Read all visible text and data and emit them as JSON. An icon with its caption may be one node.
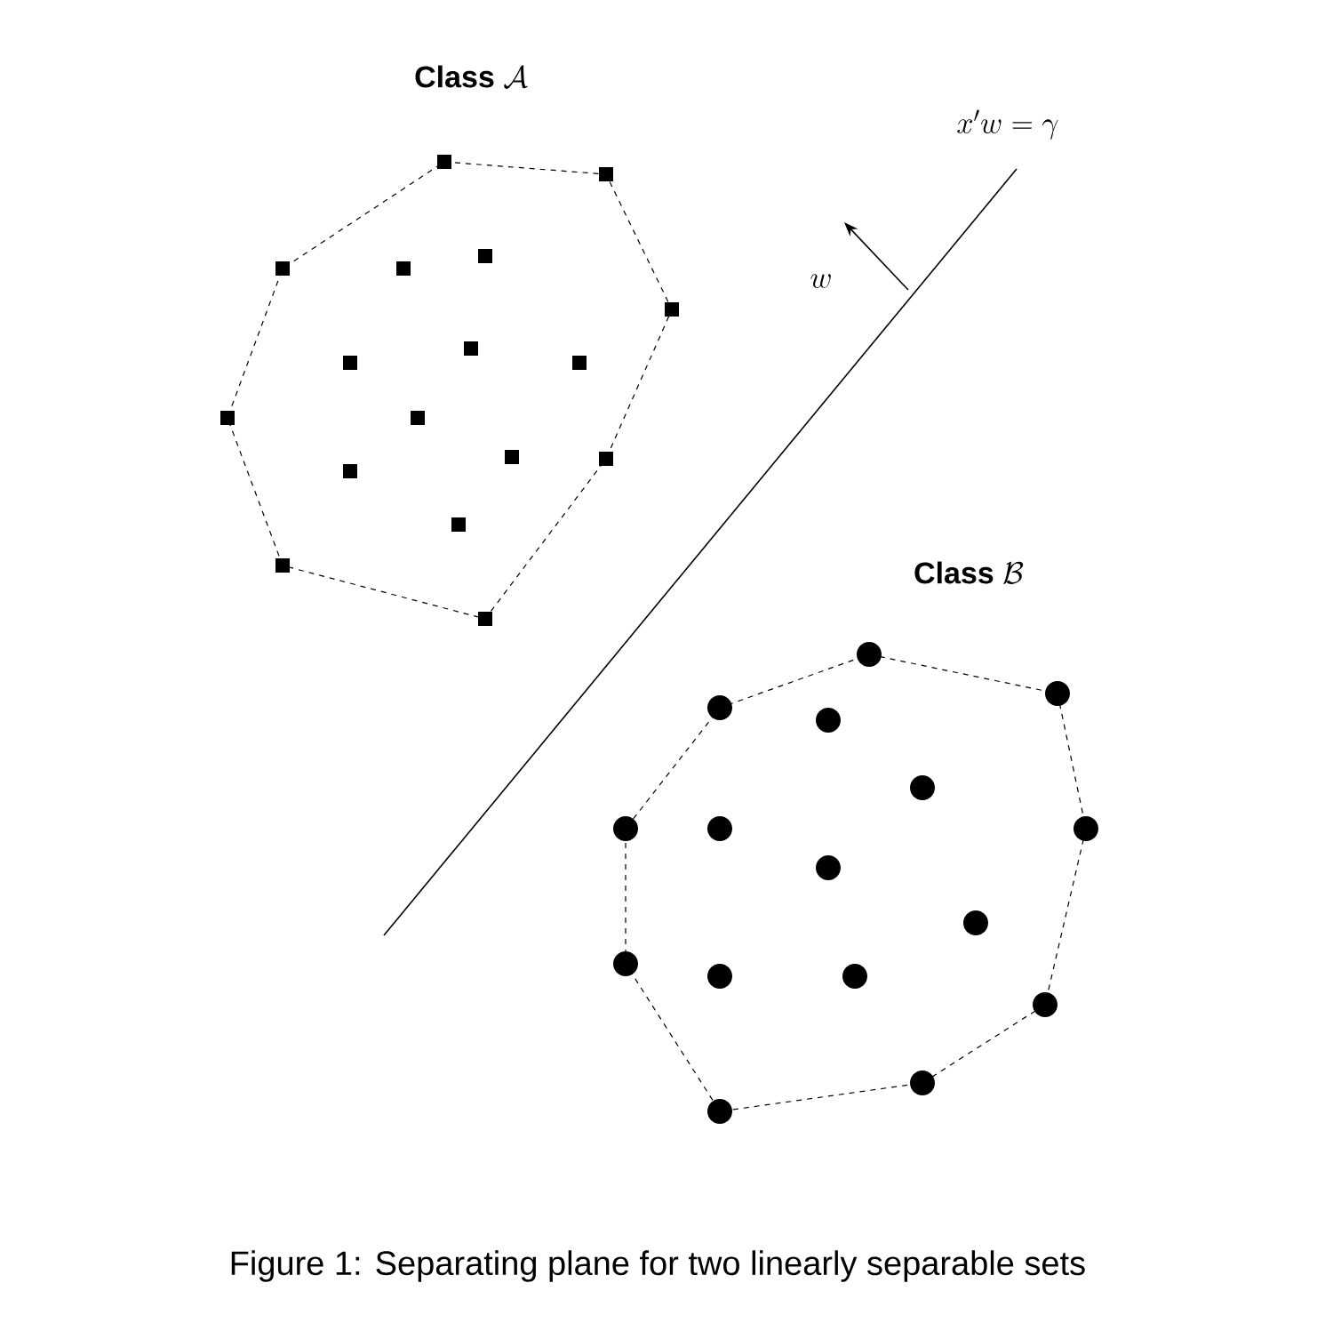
{
  "diagram": {
    "caption": "Figure 1: Separating plane for two linearly separable sets",
    "labels": [
      "\\textbf{Class}\\ \\mathcal{A}",
      "x'w=\\gamma",
      "w",
      "\\textbf{Class}\\ \\mathcal{B}"
    ]
  }
}
